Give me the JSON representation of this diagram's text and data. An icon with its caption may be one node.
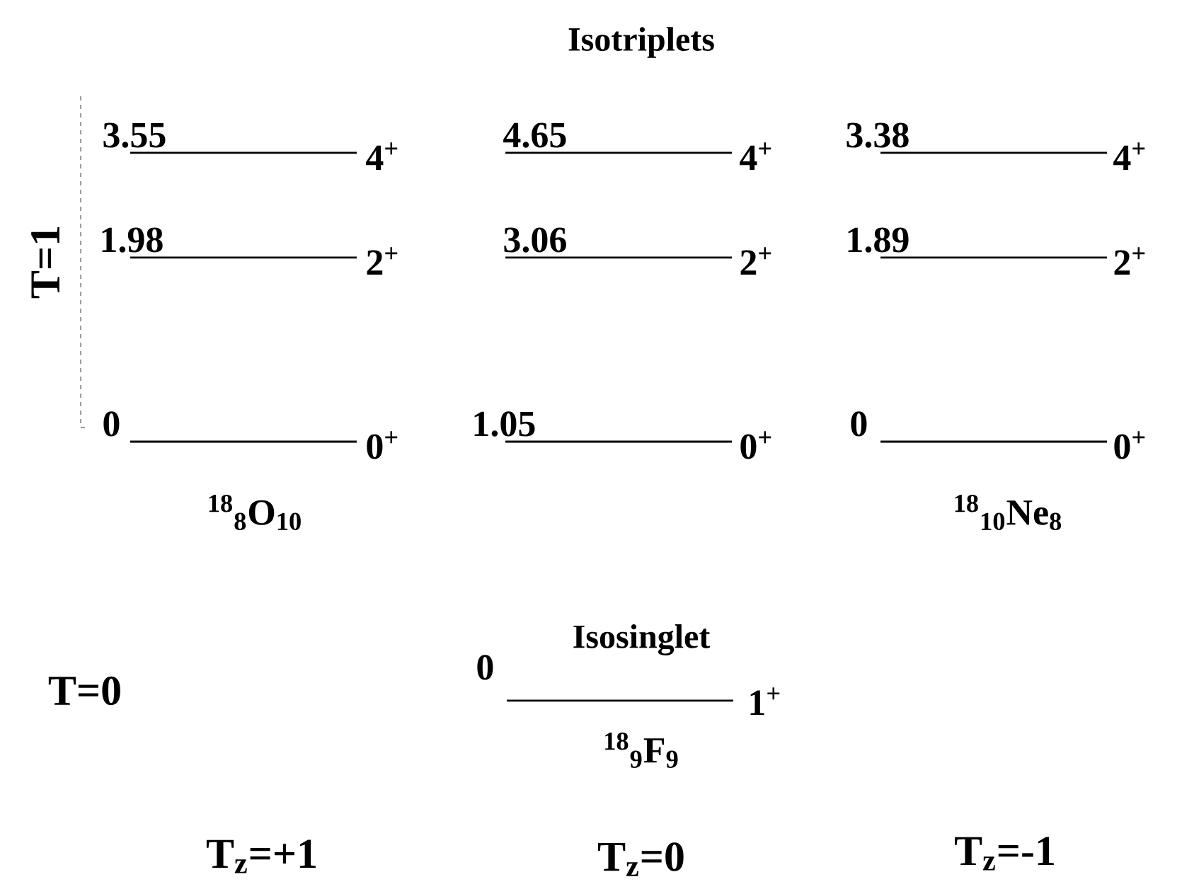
{
  "diagram": {
    "title": "Isotriplets",
    "labels": [
      "T=1",
      "3.55",
      "4$^{+}$",
      "4.65",
      "4$^{+}$",
      "3.38",
      "4$^{+}$",
      "1.98",
      "2$^{+}$",
      "3.06",
      "2$^{+}$",
      "1.89",
      "2$^{+}$",
      "0",
      "0$^{+}$",
      "1.05",
      "0$^{+}$",
      "0",
      "0$^{+}$",
      "$^{18}$$_{8}$O$_{10}$",
      "$^{18}$$_{10}$Ne$_{8}$",
      "Isosinglet",
      "T=0",
      "0",
      "1$^{+}$",
      "$^{18}$$_{9}$F$_{9}$",
      "T$_{z}$=+1",
      "T$_{z}$=0",
      "T$_{z}$=-1"
    ]
  }
}
